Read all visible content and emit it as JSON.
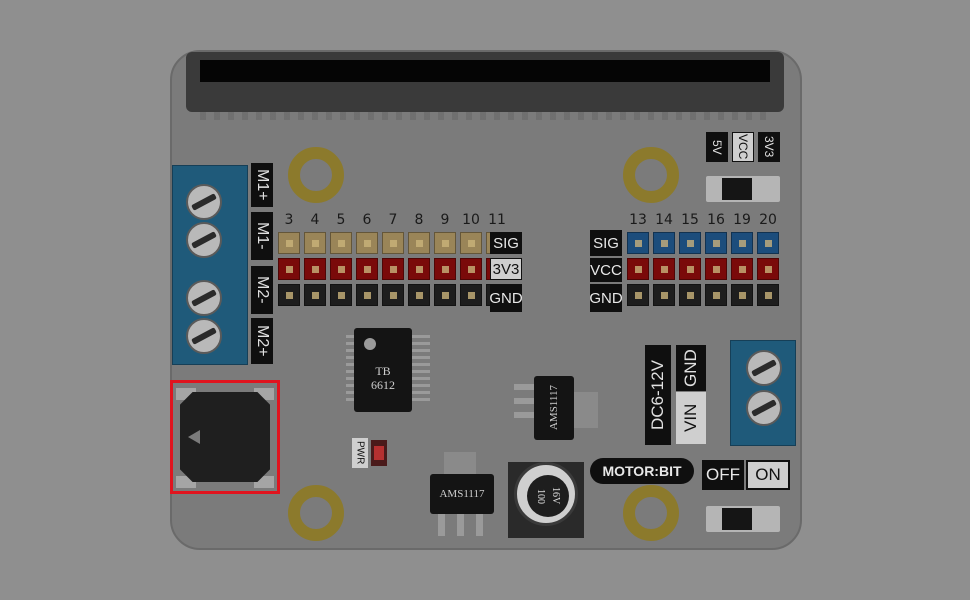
{
  "left_header": {
    "numbers": [
      "3",
      "4",
      "5",
      "6",
      "7",
      "8",
      "9",
      "10",
      "11"
    ],
    "tags": [
      "SIG",
      "3V3",
      "GND"
    ]
  },
  "right_header": {
    "numbers": [
      "13",
      "14",
      "15",
      "16",
      "19",
      "20"
    ],
    "tags": [
      "SIG",
      "VCC",
      "GND"
    ]
  },
  "motor_terminal": {
    "labels": [
      "M1+",
      "M1-",
      "M2-",
      "M2+"
    ]
  },
  "voltage_select": {
    "labels": [
      "5V",
      "VCC",
      "3V3"
    ]
  },
  "power_input": {
    "labels": [
      "DC6-12V",
      "VIN",
      "GND"
    ]
  },
  "driver_chip": {
    "line1": "TB",
    "line2": "6612"
  },
  "regulator_right": {
    "text": "AMS1117"
  },
  "regulator_bottom": {
    "text": "AMS1117"
  },
  "capacitor": {
    "line1": "100",
    "line2": "16V"
  },
  "power_led": {
    "label": "PWR"
  },
  "brand": {
    "text": "MOTOR:BIT"
  },
  "power_switch": {
    "off": "OFF",
    "on": "ON"
  },
  "colors": {
    "background": "#8f8f8f",
    "highlight": "#e0141e",
    "terminal": "#1f5a7a",
    "pin_yellow": "#9a8558",
    "pin_red": "#7a0a0a",
    "pin_blue": "#1c4d7c",
    "pin_black": "#1e1e1e"
  }
}
